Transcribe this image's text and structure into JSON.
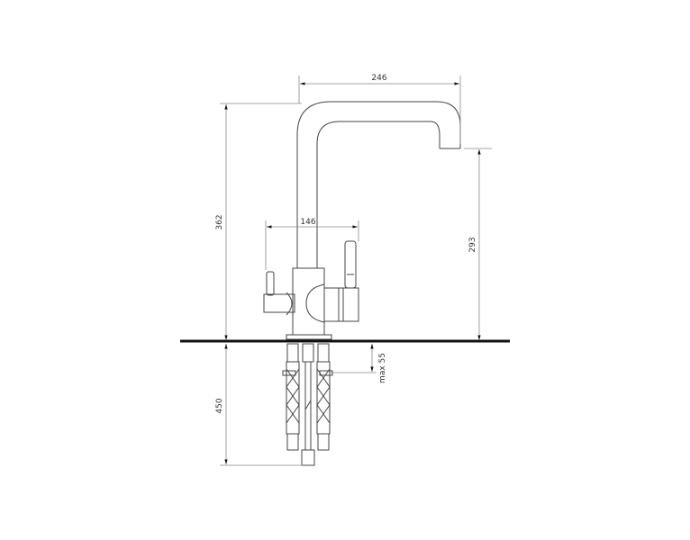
{
  "drawing": {
    "title": "Faucet dimension drawing",
    "dimensions": {
      "spout_reach": "246",
      "total_height": "362",
      "spout_height": "293",
      "handle_span": "146",
      "max_counter_thickness": "max 55",
      "hose_length": "450"
    },
    "colors": {
      "line": "#444444",
      "dimension": "#888888",
      "counter": "#111111"
    }
  }
}
